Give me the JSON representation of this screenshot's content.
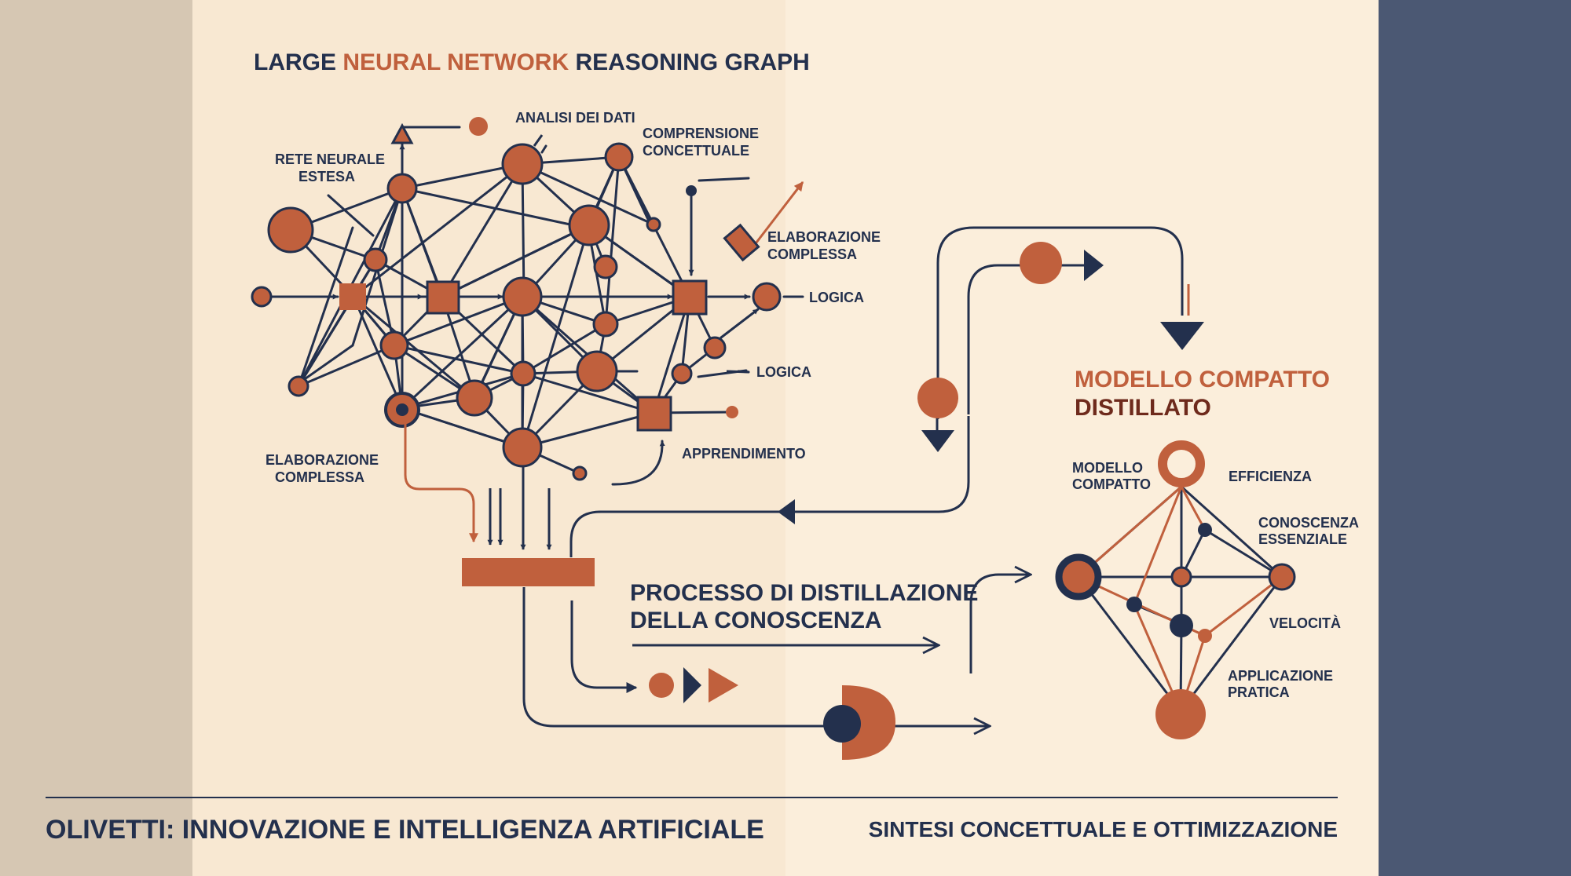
{
  "colors": {
    "navy": "#23304d",
    "rust": "#c0603d",
    "cream": "#faecd8",
    "maroon": "#6e2a1c",
    "left_band": "#d6c7b3",
    "right_band": "#4b5873"
  },
  "diagram": {
    "title_part1": "LARGE ",
    "title_part2": "NEURAL NETWORK",
    "title_part3": " REASONING GRAPH",
    "labels": {
      "analisi": "ANALISI DEI DATI",
      "comprensione_1": "COMPRENSIONE",
      "comprensione_2": "CONCETTUALE",
      "rete_1": "RETE NEURALE",
      "rete_2": "ESTESA",
      "elab_top_1": "ELABORAZIONE",
      "elab_top_2": "COMPLESSA",
      "logica_1": "LOGICA",
      "logica_2": "LOGICA",
      "elab_bottom_1": "ELABORAZIONE",
      "elab_bottom_2": "COMPLESSA",
      "apprendimento": "APPRENDIMENTO",
      "processo_1": "PROCESSO DI DISTILLAZIONE",
      "processo_2": "DELLA CONOSCENZA",
      "modello_title_1": "MODELLO COMPATTO",
      "modello_title_2": "DISTILLATO",
      "modello_1": "MODELLO",
      "modello_2": "COMPATTO",
      "efficienza": "EFFICIENZA",
      "conoscenza_1": "CONOSCENZA",
      "conoscenza_2": "ESSENZIALE",
      "velocita": "VELOCITÀ",
      "applicazione_1": "APPLICAZIONE",
      "applicazione_2": "PRATICA"
    }
  },
  "footer": {
    "left": "OLIVETTI: INNOVAZIONE E INTELLIGENZA ARTIFICIALE",
    "right": "SINTESI CONCETTUALE E OTTIMIZZAZIONE"
  }
}
